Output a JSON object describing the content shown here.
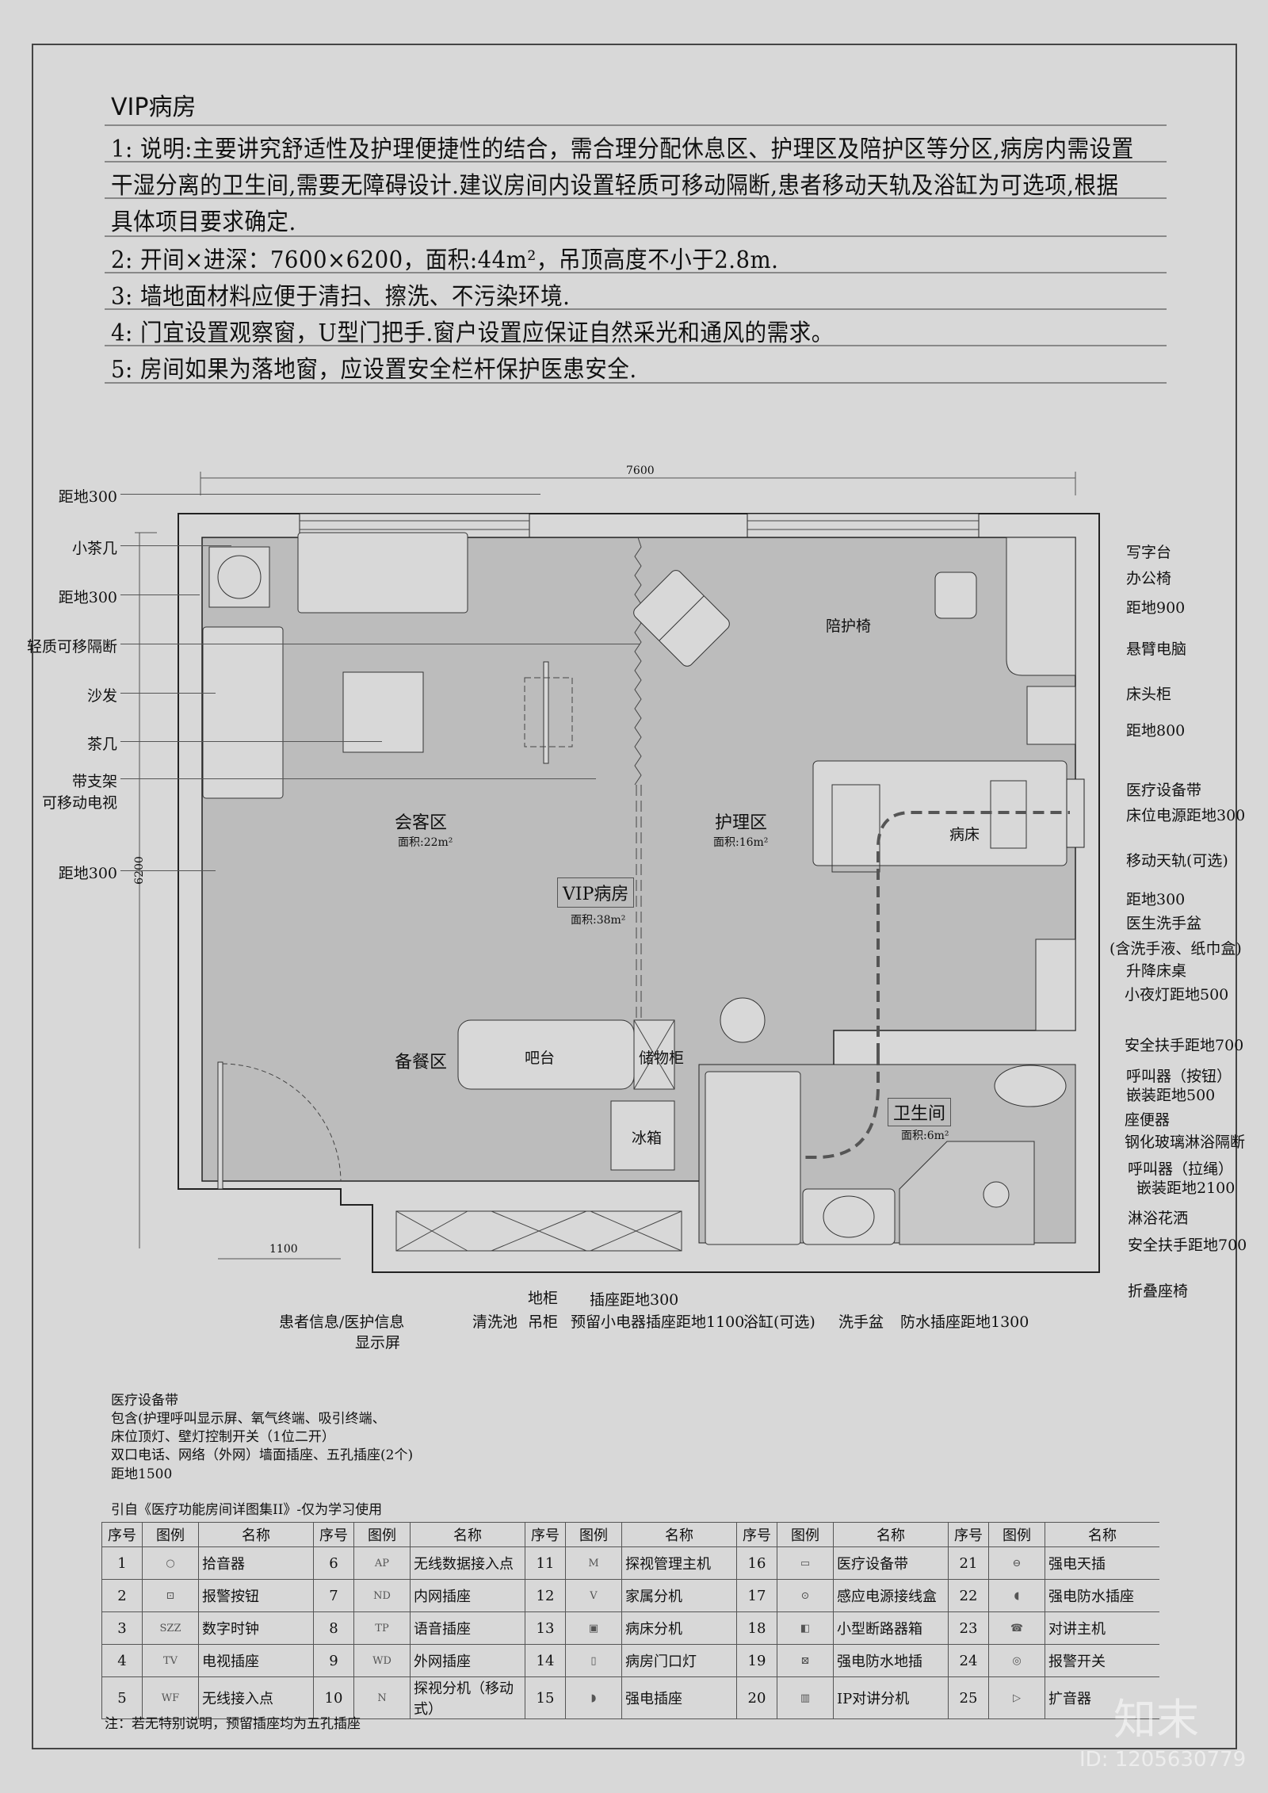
{
  "page": {
    "title": "VIP病房",
    "notes": [
      "1: 说明:主要讲究舒适性及护理便捷性的结合，需合理分配休息区、护理区及陪护区等分区,病房内需设置",
      "干湿分离的卫生间,需要无障碍设计.建议房间内设置轻质可移动隔断,患者移动天轨及浴缸为可选项,根据",
      "具体项目要求确定.",
      "2: 开间×进深：7600×6200，面积:44m²，吊顶高度不小于2.8m.",
      "3: 墙地面材料应便于清扫、擦洗、不污染环境.",
      "4: 门宜设置观察窗，U型门把手.窗户设置应保证自然采光和通风的需求。",
      "5: 房间如果为落地窗，应设置安全栏杆保护医患安全."
    ]
  },
  "plan": {
    "dim_width": "7600",
    "dim_depth": "6200",
    "dim_door": "1100",
    "rooms": {
      "reception": {
        "name": "会客区",
        "area": "面积:22m²"
      },
      "care": {
        "name": "护理区",
        "area": "面积:16m²"
      },
      "vip": {
        "name": "VIP病房",
        "area": "面积:38m²"
      },
      "pantry": {
        "name": "备餐区"
      },
      "bathroom": {
        "name": "卫生间",
        "area": "面积:6m²"
      }
    },
    "furniture": {
      "bar": "吧台",
      "storage": "储物柜",
      "fridge": "冰箱",
      "bed": "病床",
      "medical_band": "医疗设备带"
    },
    "left_labels": [
      "距地300",
      "小茶几",
      "距地300",
      "轻质可移隔断",
      "沙发",
      "茶几",
      "带支架",
      "可移动电视",
      "距地300"
    ],
    "right_labels": [
      "写字台",
      "办公椅",
      "距地900",
      "悬臂电脑",
      "床头柜",
      "距地800",
      "医疗设备带",
      "床位电源距地300",
      "移动天轨(可选)",
      "距地300",
      "医生洗手盆",
      "(含洗手液、纸巾盒)",
      "升降床桌",
      "小夜灯距地500",
      "安全扶手距地700",
      "呼叫器（按钮）",
      "嵌装距地500",
      "座便器",
      "钢化玻璃淋浴隔断",
      "呼叫器（拉绳）",
      "嵌装距地2100",
      "淋浴花洒",
      "安全扶手距地700",
      "折叠座椅"
    ],
    "陪护椅": "陪护椅",
    "bottom_labels": {
      "display": "患者信息/医护信息",
      "display2": "显示屏",
      "sink": "清洗池",
      "floor_cab": "地柜",
      "wall_cab": "吊柜",
      "socket300": "插座距地300",
      "socket1100": "预留小电器插座距地1100",
      "bathtub": "浴缸(可选)",
      "basin": "洗手盆",
      "waterproof": "防水插座距地1300"
    }
  },
  "equipment_note": [
    "医疗设备带",
    "包含(护理呼叫显示屏、氧气终端、吸引终端、",
    "床位顶灯、壁灯控制开关（1位二开）",
    "双口电话、网络（外网）墙面插座、五孔插座(2个)",
    "距地1500",
    "引自《医疗功能房间详图集II》-仅为学习使用"
  ],
  "legend": {
    "headers": {
      "seq": "序号",
      "icon": "图例",
      "name": "名称"
    },
    "items": [
      {
        "seq": "1",
        "icon": "○",
        "name": "拾音器"
      },
      {
        "seq": "2",
        "icon": "⊡",
        "name": "报警按钮"
      },
      {
        "seq": "3",
        "icon": "SZZ",
        "name": "数字时钟"
      },
      {
        "seq": "4",
        "icon": "TV",
        "name": "电视插座"
      },
      {
        "seq": "5",
        "icon": "WF",
        "name": "无线接入点"
      },
      {
        "seq": "6",
        "icon": "AP",
        "name": "无线数据接入点"
      },
      {
        "seq": "7",
        "icon": "ND",
        "name": "内网插座"
      },
      {
        "seq": "8",
        "icon": "TP",
        "name": "语音插座"
      },
      {
        "seq": "9",
        "icon": "WD",
        "name": "外网插座"
      },
      {
        "seq": "10",
        "icon": "N",
        "name": "探视分机（移动式）"
      },
      {
        "seq": "11",
        "icon": "M",
        "name": "探视管理主机"
      },
      {
        "seq": "12",
        "icon": "V",
        "name": "家属分机"
      },
      {
        "seq": "13",
        "icon": "▣",
        "name": "病床分机"
      },
      {
        "seq": "14",
        "icon": "▯",
        "name": "病房门口灯"
      },
      {
        "seq": "15",
        "icon": "◗",
        "name": "强电插座"
      },
      {
        "seq": "16",
        "icon": "▭",
        "name": "医疗设备带"
      },
      {
        "seq": "17",
        "icon": "⊙",
        "name": "感应电源接线盒"
      },
      {
        "seq": "18",
        "icon": "◧",
        "name": "小型断路器箱"
      },
      {
        "seq": "19",
        "icon": "⊠",
        "name": "强电防水地插"
      },
      {
        "seq": "20",
        "icon": "▥",
        "name": "IP对讲分机"
      },
      {
        "seq": "21",
        "icon": "⊖",
        "name": "强电天插"
      },
      {
        "seq": "22",
        "icon": "◖",
        "name": "强电防水插座"
      },
      {
        "seq": "23",
        "icon": "☎",
        "name": "对讲主机"
      },
      {
        "seq": "24",
        "icon": "◎",
        "name": "报警开关"
      },
      {
        "seq": "25",
        "icon": "▷",
        "name": "扩音器"
      }
    ],
    "footnote": "注：若无特别说明，预留插座均为五孔插座"
  },
  "watermark": {
    "brand": "知末",
    "id": "ID: 1205630779"
  }
}
